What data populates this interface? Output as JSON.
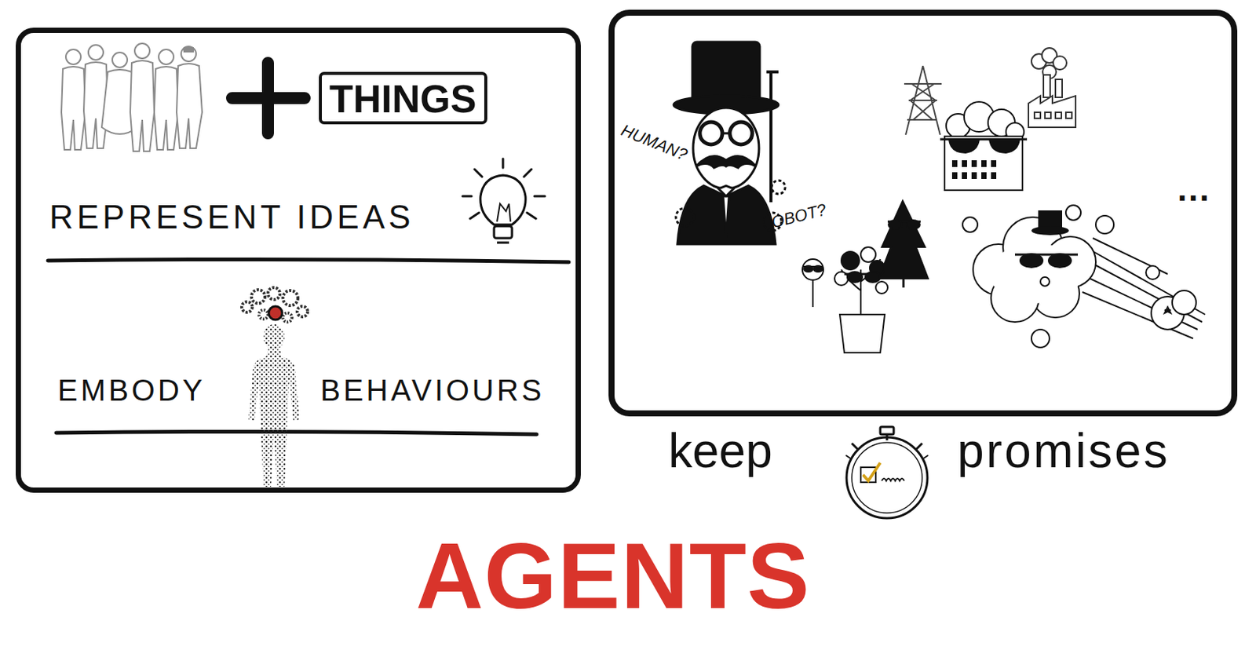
{
  "diagram": {
    "title": "AGENTS",
    "nodes": [
      {
        "text": [
          "REPRESENT IDEAS",
          "EMBODY",
          "BEHAVIOURS"
        ]
      },
      {
        "text": [
          "THINGS"
        ],
        "in": 0
      },
      {
        "text": [
          "HUMAN?",
          "ROBOT?",
          "..."
        ]
      }
    ],
    "labels": [
      "keep",
      "promises"
    ]
  }
}
